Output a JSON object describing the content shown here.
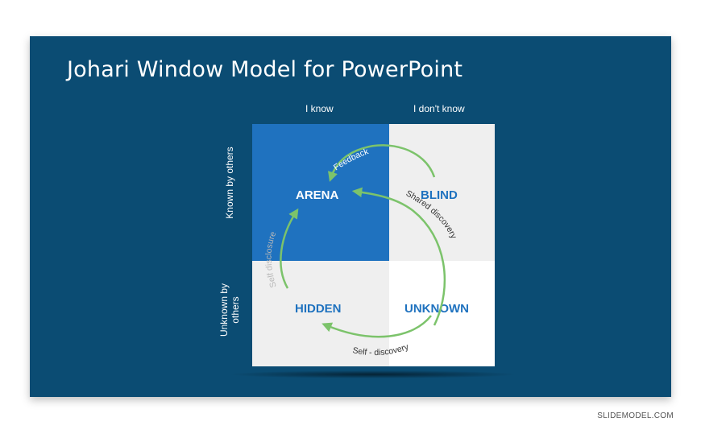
{
  "title": "Johari Window Model for PowerPoint",
  "columns": {
    "known_self": "I know",
    "unknown_self": "I don't know"
  },
  "rows": {
    "known_others": "Known by others",
    "unknown_others": "Unknown by others"
  },
  "quadrants": {
    "arena": "ARENA",
    "blind": "BLIND",
    "hidden": "HIDDEN",
    "unknown": "UNKNOWN"
  },
  "arrows": {
    "feedback": "Feedback",
    "shared_discovery": "Shared discovery",
    "self_disclosure": "Self disclosure",
    "self_discovery": "Self  - discovery"
  },
  "footer": "SLIDEMODEL.COM",
  "colors": {
    "slide_bg": "#0b4c73",
    "arena_bg": "#1f72bf",
    "label_blue": "#1f72bf",
    "arrow_green": "#7cc36b"
  }
}
